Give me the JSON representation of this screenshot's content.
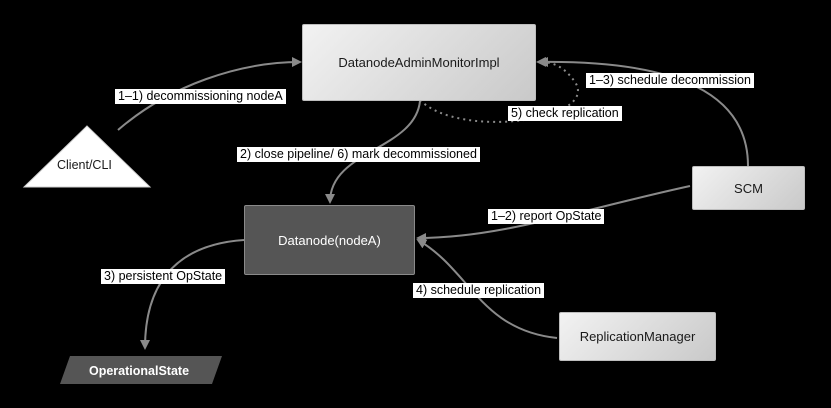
{
  "nodes": {
    "monitor": "DatanodeAdminMonitorImpl",
    "client": "Client/CLI",
    "scm": "SCM",
    "datanode": "Datanode(nodeA)",
    "replication_manager": "ReplicationManager",
    "operational_state": "OperationalState"
  },
  "edges": {
    "decommissioning": "1–1) decommissioning nodeA",
    "schedule_decommission": "1–3) schedule decommission",
    "check_replication": "5) check replication",
    "close_pipeline": "2) close pipeline/ 6) mark decommissioned",
    "report_opstate": "1–2) report OpState",
    "persistent_opstate": "3) persistent OpState",
    "schedule_replication": "4) schedule replication"
  },
  "colors": {
    "background": "#000000",
    "edge": "#888888",
    "light_node": "#d9d9d9",
    "dark_node": "#555555"
  }
}
